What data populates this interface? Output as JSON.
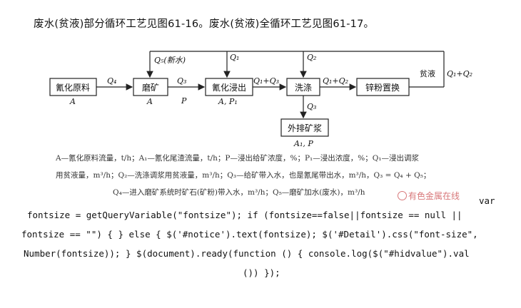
{
  "heading": "废水(贫液)部分循环工艺见图61-16。废水(贫液)全循环工艺见图61-17。",
  "figure": {
    "boxes": {
      "cyan_raw": "氰化原料",
      "grind": "磨矿",
      "leach": "氰化浸出",
      "wash": "洗涤",
      "zinc": "锌粉置换",
      "tail": "外排矿浆"
    },
    "flows": {
      "q5": "Q₅(新水)",
      "q1": "Q₁",
      "q2": "Q₂",
      "q4": "Q₄",
      "q3_a": "Q₃",
      "p": "P",
      "q1q3": "Q₁+Q₃",
      "q1q2": "Q₁+Q₂",
      "lean": "贫液",
      "q1q2_out": "Q₁+Q₂",
      "q3_b": "Q₃",
      "a_raw": "A",
      "a_grind": "A",
      "a_p1": "A, P₁",
      "a1_p": "A₁, P"
    }
  },
  "legend": {
    "line1": "A—氰化原料流量，t/h；A₁—氰化尾渣流量，t/h；P—浸出给矿浓度，%；P₁—浸出浓度，%；Q₁—浸出调浆",
    "line2": "用贫液量，m³/h；Q₂—洗涤调浆用贫液量，m³/h；Q₃—给矿带入水，也是氰尾带出水，m³/h，Q₃ = Q₄ + Q₅；",
    "line3": "Q₄—进入磨矿系统时矿石(矿粉)带入水，m³/h；Q₅—磨矿加水(废水)，m³/h"
  },
  "watermark": "有色金属在线",
  "code": {
    "line0": "var",
    "line1": "fontsize = getQueryVariable(\"fontsize\"); if (fontsize==false||fontsize == null ||",
    "line2": "fontsize == \"\") { } else { $('#notice').text(fontsize); $('#Detail').css(\"font-size\",",
    "line3": "Number(fontsize)); } $(document).ready(function () { console.log($(\"#hidvalue\").val",
    "line4": "()) });"
  }
}
